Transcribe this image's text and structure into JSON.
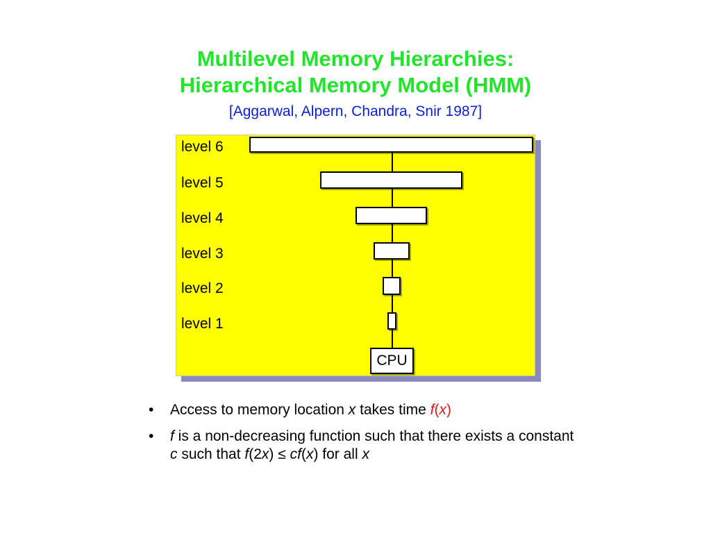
{
  "slide": {
    "title_line1": "Multilevel Memory Hierarchies:",
    "title_line2": "Hierarchical Memory Model (HMM)",
    "citation": "[Aggarwal, Alpern, Chandra, Snir 1987]"
  },
  "diagram": {
    "levels": [
      {
        "label": "level 6"
      },
      {
        "label": "level 5"
      },
      {
        "label": "level 4"
      },
      {
        "label": "level 3"
      },
      {
        "label": "level 2"
      },
      {
        "label": "level 1"
      }
    ],
    "cpu_label": "CPU",
    "colors": {
      "panel": "#ffff00",
      "panel_shadow": "#8a8abf",
      "title": "#22e52b",
      "citation": "#0b1fd6",
      "emphasis": "#e01818"
    }
  },
  "bullets": {
    "marker": "•",
    "b1": {
      "t1": "Access to memory location ",
      "x": "x",
      "t2": " takes time ",
      "f": "f",
      "paren_open": "(",
      "fx": "x",
      "paren_close": ")"
    },
    "b2": {
      "f": "f",
      "t1": " is a non-decreasing function such that there exists a constant ",
      "c": "c",
      "t2": " such that ",
      "f2": "f",
      "t3": "(2",
      "x1": "x",
      "t4": ") ≤ ",
      "cf": "cf",
      "t5": "(",
      "x2": "x",
      "t6": ") for all ",
      "x3": "x"
    }
  }
}
